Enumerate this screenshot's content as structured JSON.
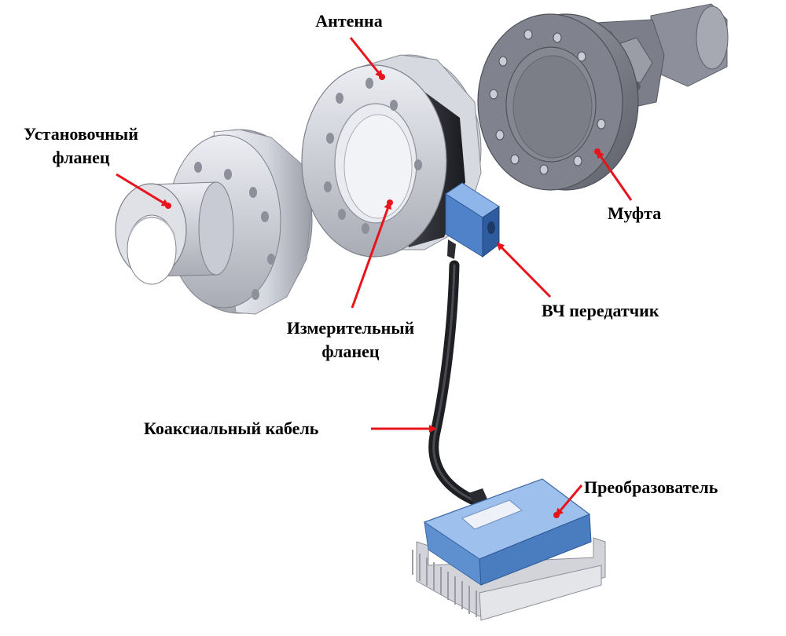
{
  "labels": {
    "antenna": "Антенна",
    "mounting_flange_line1": "Установочный",
    "mounting_flange_line2": "фланец",
    "coupling": "Муфта",
    "rf_transmitter": "ВЧ передатчик",
    "measuring_flange_line1": "Измерительный",
    "measuring_flange_line2": "фланец",
    "coax_cable": "Коаксиальный кабель",
    "converter": "Преобразователь"
  },
  "colors": {
    "arrow": "#e8141c",
    "metal_light": "#e6e8ee",
    "metal_mid": "#c4c7d0",
    "metal_dark": "#8a8d96",
    "coupling_face": "#7e818c",
    "coupling_dark": "#5a5d66",
    "antenna_band": "#2b2c31",
    "transmitter": "#5b8fd4",
    "converter": "#6f9ad2",
    "cable": "#25262a",
    "heatsink": "#d4d5d9"
  }
}
